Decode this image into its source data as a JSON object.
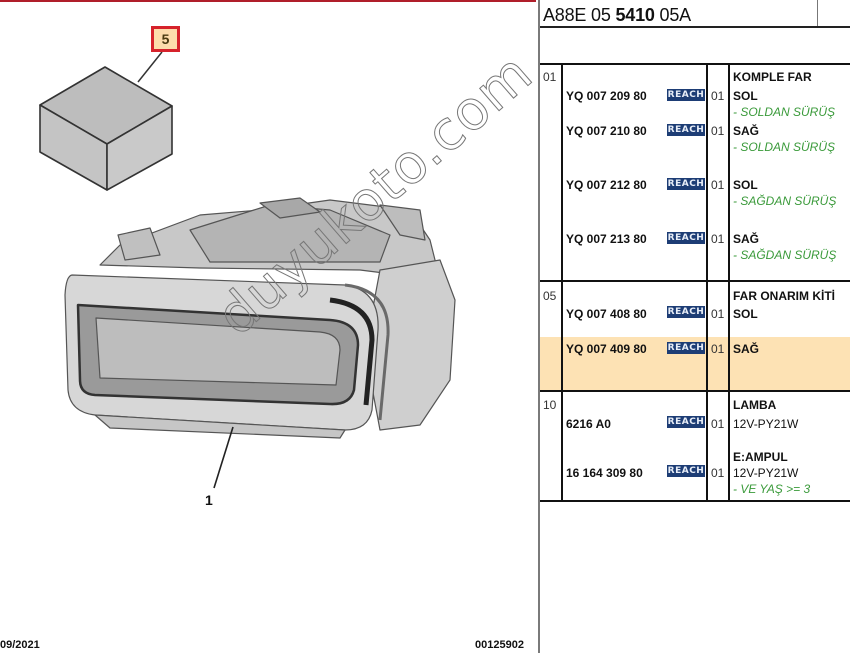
{
  "illustration": {
    "callout_number": "5",
    "part_ref_label": "1",
    "footer_date": "09/2021",
    "footer_code": "00125902",
    "watermark": "duyukoto.com",
    "accent_color": "#d6222b"
  },
  "header": {
    "code_prefix": "A88E 05 ",
    "code_bold": "5410",
    "code_suffix": " 05A"
  },
  "groups": [
    {
      "number": "01",
      "title": "KOMPLE FAR",
      "rows": [
        {
          "part_no": "YQ 007 209 80",
          "badge": "REACH",
          "qty": "01",
          "desc": "SOL",
          "note": "- SOLDAN SÜRÜŞ"
        },
        {
          "part_no": "YQ 007 210 80",
          "badge": "REACH",
          "qty": "01",
          "desc": "SAĞ",
          "note": "- SOLDAN SÜRÜŞ"
        },
        {
          "part_no": "YQ 007 212 80",
          "badge": "REACH",
          "qty": "01",
          "desc": "SOL",
          "note": "- SAĞDAN SÜRÜŞ"
        },
        {
          "part_no": "YQ 007 213 80",
          "badge": "REACH",
          "qty": "01",
          "desc": "SAĞ",
          "note": "- SAĞDAN SÜRÜŞ"
        }
      ]
    },
    {
      "number": "05",
      "title": "FAR ONARIM KİTİ",
      "rows": [
        {
          "part_no": "YQ 007 408 80",
          "badge": "REACH",
          "qty": "01",
          "desc": "SOL"
        },
        {
          "part_no": "YQ 007 409 80",
          "badge": "REACH",
          "qty": "01",
          "desc": "SAĞ",
          "highlighted": true
        }
      ]
    },
    {
      "number": "10",
      "title": "LAMBA",
      "rows": [
        {
          "part_no": "6216 A0",
          "badge": "REACH",
          "qty": "01",
          "desc": "12V-PY21W"
        },
        {
          "part_no": "16 164 309 80",
          "badge": "REACH",
          "qty": "01",
          "title2": "E:AMPUL",
          "desc": "12V-PY21W",
          "note": "- VE YAŞ >= 3"
        }
      ]
    }
  ],
  "colors": {
    "reach_badge_bg": "#1d3d75",
    "highlight_row": "#fde2b4",
    "note_green": "#3a9a3a"
  }
}
